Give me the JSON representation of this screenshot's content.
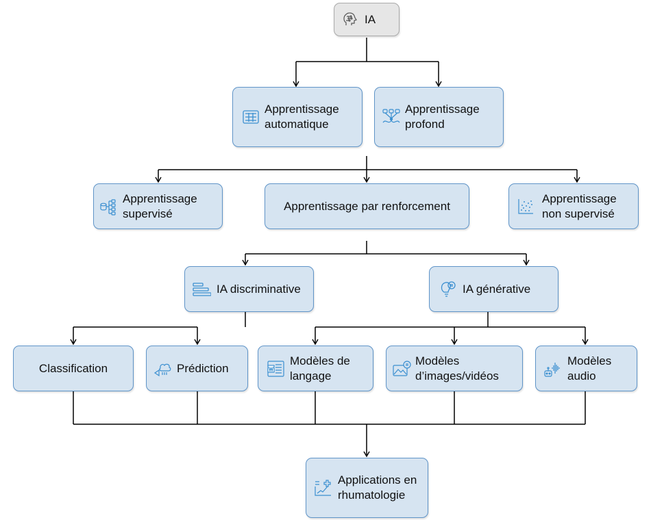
{
  "nodes": {
    "ia": {
      "label": "IA",
      "icon": "ai-head-icon"
    },
    "ml": {
      "label": "Apprentissage automatique",
      "icon": "grid-table-icon"
    },
    "dl": {
      "label": "Apprentissage profond",
      "icon": "neural-network-icon"
    },
    "supervised": {
      "label": "Apprentissage supervisé",
      "icon": "data-tree-icon"
    },
    "reinforcement": {
      "label": "Apprentissage par renforcement"
    },
    "unsupervised": {
      "label": "Apprentissage non supervisé",
      "icon": "scatter-plot-icon"
    },
    "discriminative": {
      "label": "IA discriminative",
      "icon": "bars-icon"
    },
    "generative": {
      "label": "IA générative",
      "icon": "lightbulb-icon"
    },
    "classification": {
      "label": "Classification"
    },
    "prediction": {
      "label": "Prédiction",
      "icon": "forecast-icon"
    },
    "language": {
      "label": "Modèles de langage",
      "icon": "document-icon"
    },
    "image_video": {
      "label": "Modèles d’images/vidéos",
      "icon": "image-icon"
    },
    "audio": {
      "label": "Modèles audio",
      "icon": "audio-wave-icon"
    },
    "applications": {
      "label": "Applications en rhumatologie",
      "icon": "medical-chart-icon"
    }
  },
  "colors": {
    "node_fill": "#d6e4f1",
    "node_border": "#5f94c8",
    "root_fill": "#e6e6e6",
    "root_border": "#a9a9a9",
    "icon": "#3b8fd0",
    "connector": "#000000"
  }
}
